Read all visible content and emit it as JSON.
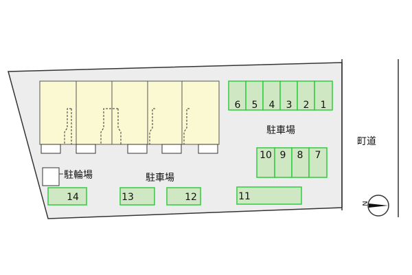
{
  "labels": {
    "parking_right": "駐車場",
    "parking_left": "駐車場",
    "bicycle_parking": "駐輪場",
    "town_road": "町道",
    "north_mark": "N"
  },
  "parking_spaces": {
    "top_row": [
      "6",
      "5",
      "4",
      "3",
      "2",
      "1"
    ],
    "middle_row": [
      "10",
      "9",
      "8",
      "7"
    ],
    "bottom_row": [
      "14",
      "13",
      "12",
      "11"
    ]
  },
  "colors": {
    "site_fill": "#ededed",
    "building_fill": "#fbf9d2",
    "parking_fill": "#cfe8c3",
    "parking_stroke": "#2ecc40",
    "line": "#333333"
  }
}
